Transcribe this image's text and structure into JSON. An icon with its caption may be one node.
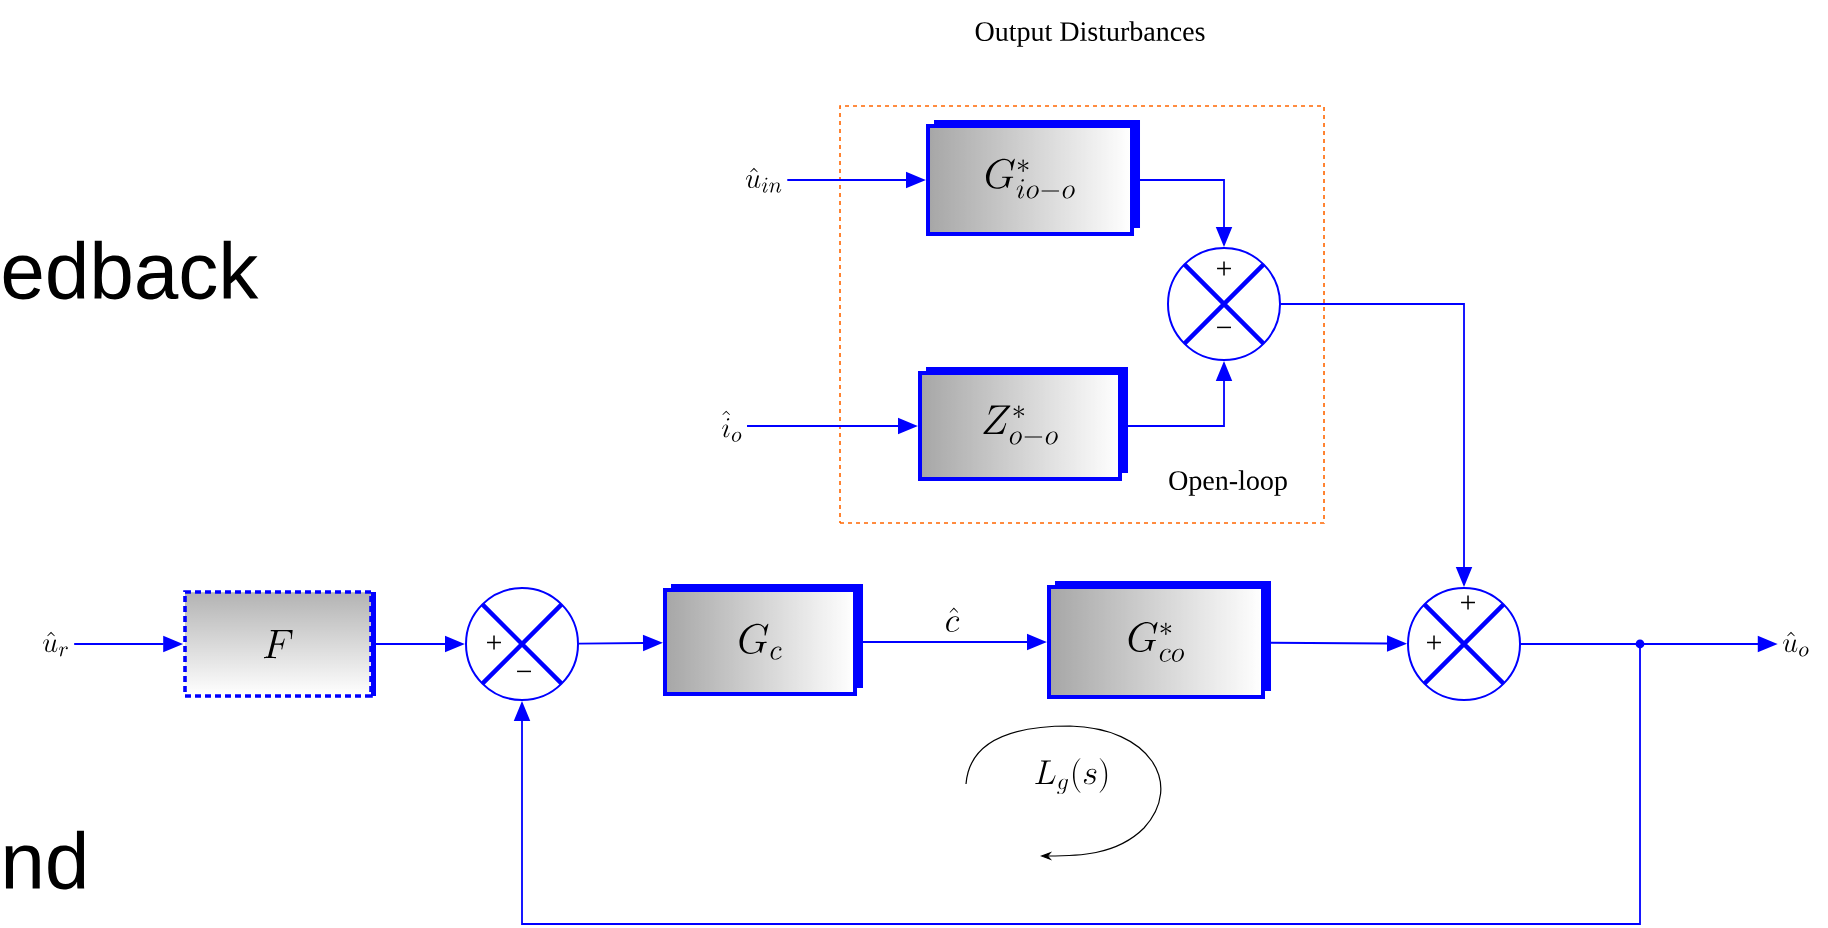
{
  "diagram": {
    "nodes": [
      {
        "text": [
          "Output Disturbances",
          "Open-loop"
        ]
      },
      {
        "text": [
          "\\hat{u}_{in}"
        ]
      },
      {
        "text": [
          "G^{*}_{io-o}"
        ],
        "in": 0
      },
      {
        "text": [
          "+",
          "−"
        ],
        "in": 0
      },
      {
        "text": [
          "\\hat{i}_{o}"
        ]
      },
      {
        "text": [
          "Z^{*}_{o-o}"
        ],
        "in": 0
      },
      {
        "text": [
          "\\hat{u}_{r}"
        ]
      },
      {
        "text": [
          "F"
        ]
      },
      {
        "text": [
          "+",
          "−"
        ]
      },
      {
        "text": [
          "G_{c}"
        ]
      },
      {
        "text": [
          "G^{*}_{co}"
        ]
      },
      {
        "text": [
          "+",
          "+"
        ]
      },
      {
        "text": [
          "\\hat{u}_{o}"
        ]
      }
    ],
    "edges": [
      {
        "from": 1,
        "to": 2,
        "arrow": "to"
      },
      {
        "from": 2,
        "to": 3,
        "arrow": "to"
      },
      {
        "from": 4,
        "to": 5,
        "arrow": "to"
      },
      {
        "from": 5,
        "to": 3,
        "arrow": "to"
      },
      {
        "from": 3,
        "to": 11,
        "arrow": "to"
      },
      {
        "from": 6,
        "to": 7,
        "arrow": "to"
      },
      {
        "from": 7,
        "to": 8,
        "arrow": "to"
      },
      {
        "from": 8,
        "to": 9,
        "arrow": "to"
      },
      {
        "from": 9,
        "to": 10,
        "arrow": "to",
        "label": "\\hat{c}"
      },
      {
        "from": 10,
        "to": 11,
        "arrow": "to"
      },
      {
        "from": 11,
        "to": 12,
        "arrow": "to"
      },
      {
        "from": 11,
        "to": 8,
        "arrow": "to"
      }
    ],
    "labels": [
      "edback",
      "nd",
      "L_{g}(s)"
    ]
  }
}
